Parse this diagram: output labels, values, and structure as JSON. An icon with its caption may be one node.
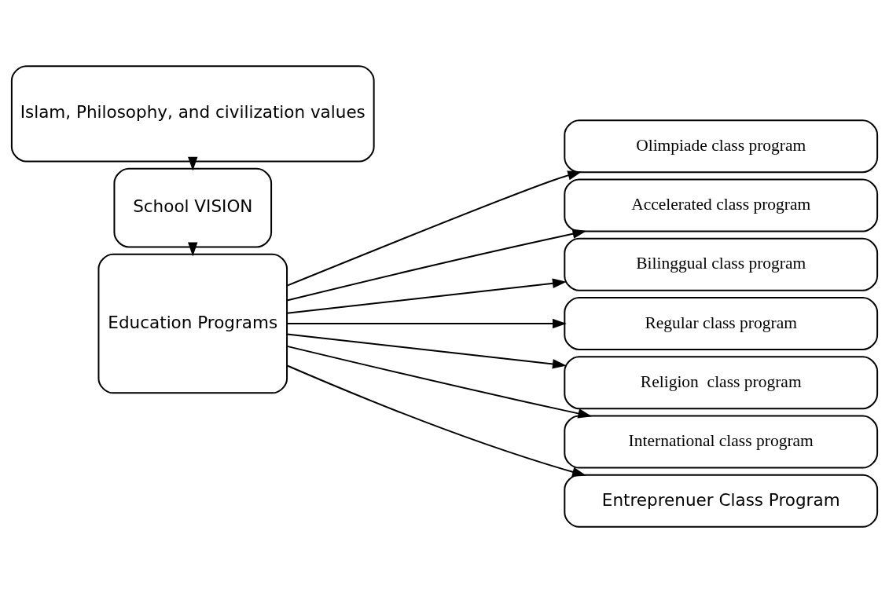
{
  "diagram": {
    "nodes": [
      {
        "text": [
          "Islam, Philosophy, and civilization values"
        ]
      },
      {
        "text": [
          "School VISION"
        ]
      },
      {
        "text": [
          "Education Programs"
        ]
      },
      {
        "text": [
          "Olimpiade class program"
        ]
      },
      {
        "text": [
          "Accelerated class program"
        ]
      },
      {
        "text": [
          "Bilinggual class program"
        ]
      },
      {
        "text": [
          "Regular class program"
        ]
      },
      {
        "text": [
          "Religion  class program"
        ]
      },
      {
        "text": [
          "International class program"
        ]
      },
      {
        "text": [
          "Entreprenuer Class Program"
        ]
      }
    ],
    "edges": [
      {
        "from": 0,
        "to": 1,
        "arrow": "to"
      },
      {
        "from": 1,
        "to": 2,
        "arrow": "to"
      },
      {
        "from": 2,
        "to": 3,
        "arrow": "to"
      },
      {
        "from": 2,
        "to": 4,
        "arrow": "to"
      },
      {
        "from": 2,
        "to": 5,
        "arrow": "to"
      },
      {
        "from": 2,
        "to": 6,
        "arrow": "to"
      },
      {
        "from": 2,
        "to": 7,
        "arrow": "to"
      },
      {
        "from": 2,
        "to": 8,
        "arrow": "to"
      },
      {
        "from": 2,
        "to": 9,
        "arrow": "to"
      }
    ]
  }
}
